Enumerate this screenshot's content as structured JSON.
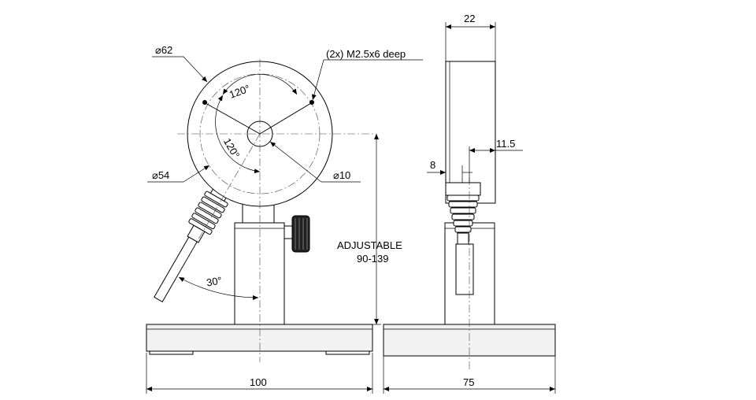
{
  "labels": {
    "outer_diameter": "⌀62",
    "inner_diameter": "⌀54",
    "center_diameter": "⌀10",
    "angle_top": "120°",
    "angle_lower": "120°",
    "angle_stem": "30°",
    "holes": "(2x) M2.5x6 deep",
    "adjustable_line1": "ADJUSTABLE",
    "adjustable_line2": "90-139",
    "width_front": "100",
    "width_side": "75",
    "thickness": "22",
    "offset_small": "8",
    "offset_right": "11.5"
  }
}
